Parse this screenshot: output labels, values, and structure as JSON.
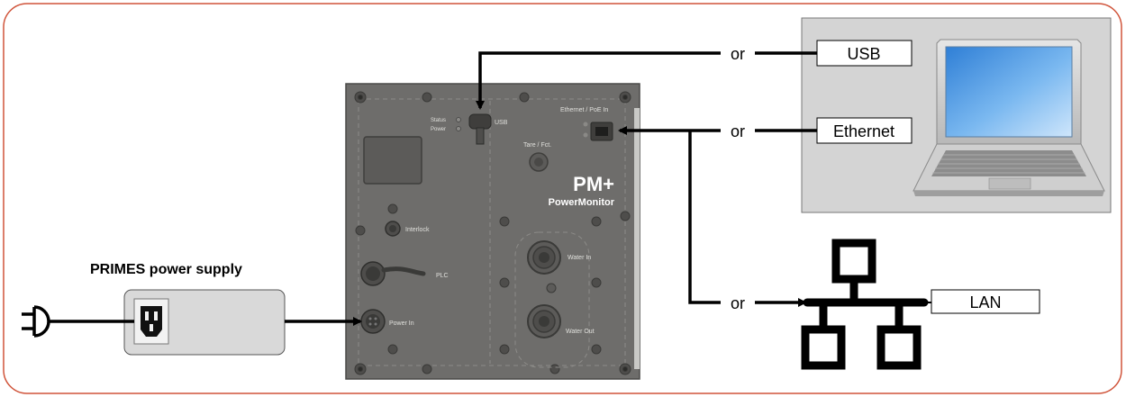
{
  "diagram": {
    "device": {
      "brand": "PM+",
      "model": "PowerMonitor",
      "ports": {
        "usb": "USB",
        "status": "Status",
        "power": "Power",
        "ethernet": "Ethernet / PoE In",
        "tare": "Tare / Fct.",
        "interlock": "Interlock",
        "plc": "PLC",
        "power_in": "Power In",
        "water_in": "Water In",
        "water_out": "Water Out"
      }
    },
    "power_supply_label": "PRIMES power supply",
    "connections": {
      "usb": "USB",
      "ethernet": "Ethernet",
      "lan": "LAN",
      "or": "or"
    },
    "colors": {
      "frame": "#d0543a",
      "device_body": "#6e6d6b",
      "device_line": "#9a9996",
      "pc_panel": "#d4d4d4",
      "psu_body": "#d9d9d9",
      "cable": "#000000"
    }
  }
}
